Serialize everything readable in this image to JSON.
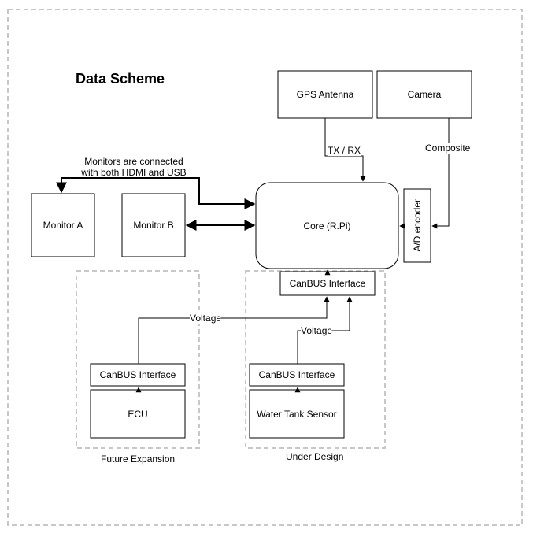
{
  "title": "Data Scheme",
  "nodes": {
    "gps": "GPS Antenna",
    "camera": "Camera",
    "monitor_a": "Monitor A",
    "monitor_b": "Monitor B",
    "core": "Core (R.Pi)",
    "ad_encoder": "A/D encoder",
    "canbus_core": "CanBUS Interface",
    "canbus_ecu": "CanBUS Interface",
    "ecu": "ECU",
    "canbus_water": "CanBUS Interface",
    "water_sensor": "Water Tank Sensor"
  },
  "edge_labels": {
    "gps_core": "TX / RX",
    "camera_encoder": "Composite",
    "monitors_line1": "Monitors are connected",
    "monitors_line2": "with both HDMI and USB",
    "voltage_ecu": "Voltage",
    "voltage_water": "Voltage"
  },
  "groups": {
    "future": "Future Expansion",
    "design": "Under Design"
  }
}
